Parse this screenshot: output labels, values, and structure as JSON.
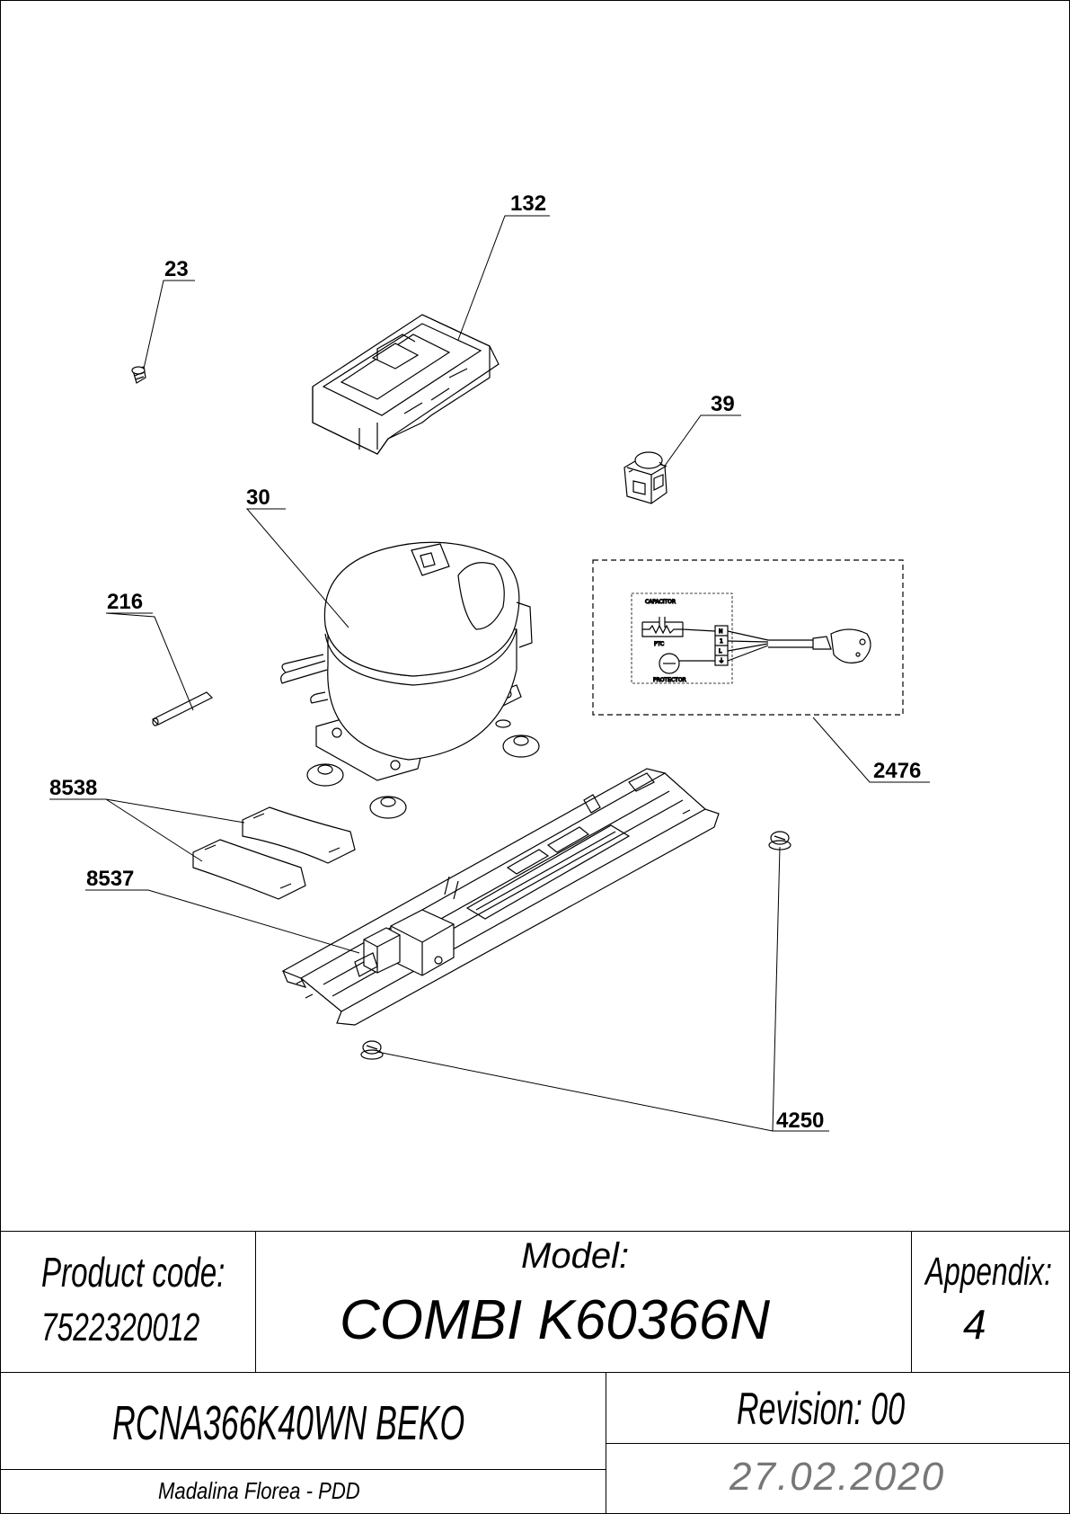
{
  "callouts": [
    "132",
    "23",
    "39",
    "30",
    "216",
    "2476",
    "8538",
    "8537",
    "4250"
  ],
  "wiring_labels": {
    "capacitor": "CAPACITOR",
    "ptc": "PTC",
    "protector": "PROTECTOR",
    "terminals": [
      "N",
      "1",
      "L",
      "⏚"
    ]
  },
  "title_block": {
    "product_code_label": "Product code:",
    "product_code_value": "7522320012",
    "model_label": "Model:",
    "model_value": "COMBI K60366N",
    "appendix_label": "Appendix:",
    "appendix_value": "4",
    "product_name": "RCNA366K40WN BEKO",
    "revision": "Revision: 00",
    "author": "Madalina Florea - PDD",
    "date": "27.02.2020"
  }
}
